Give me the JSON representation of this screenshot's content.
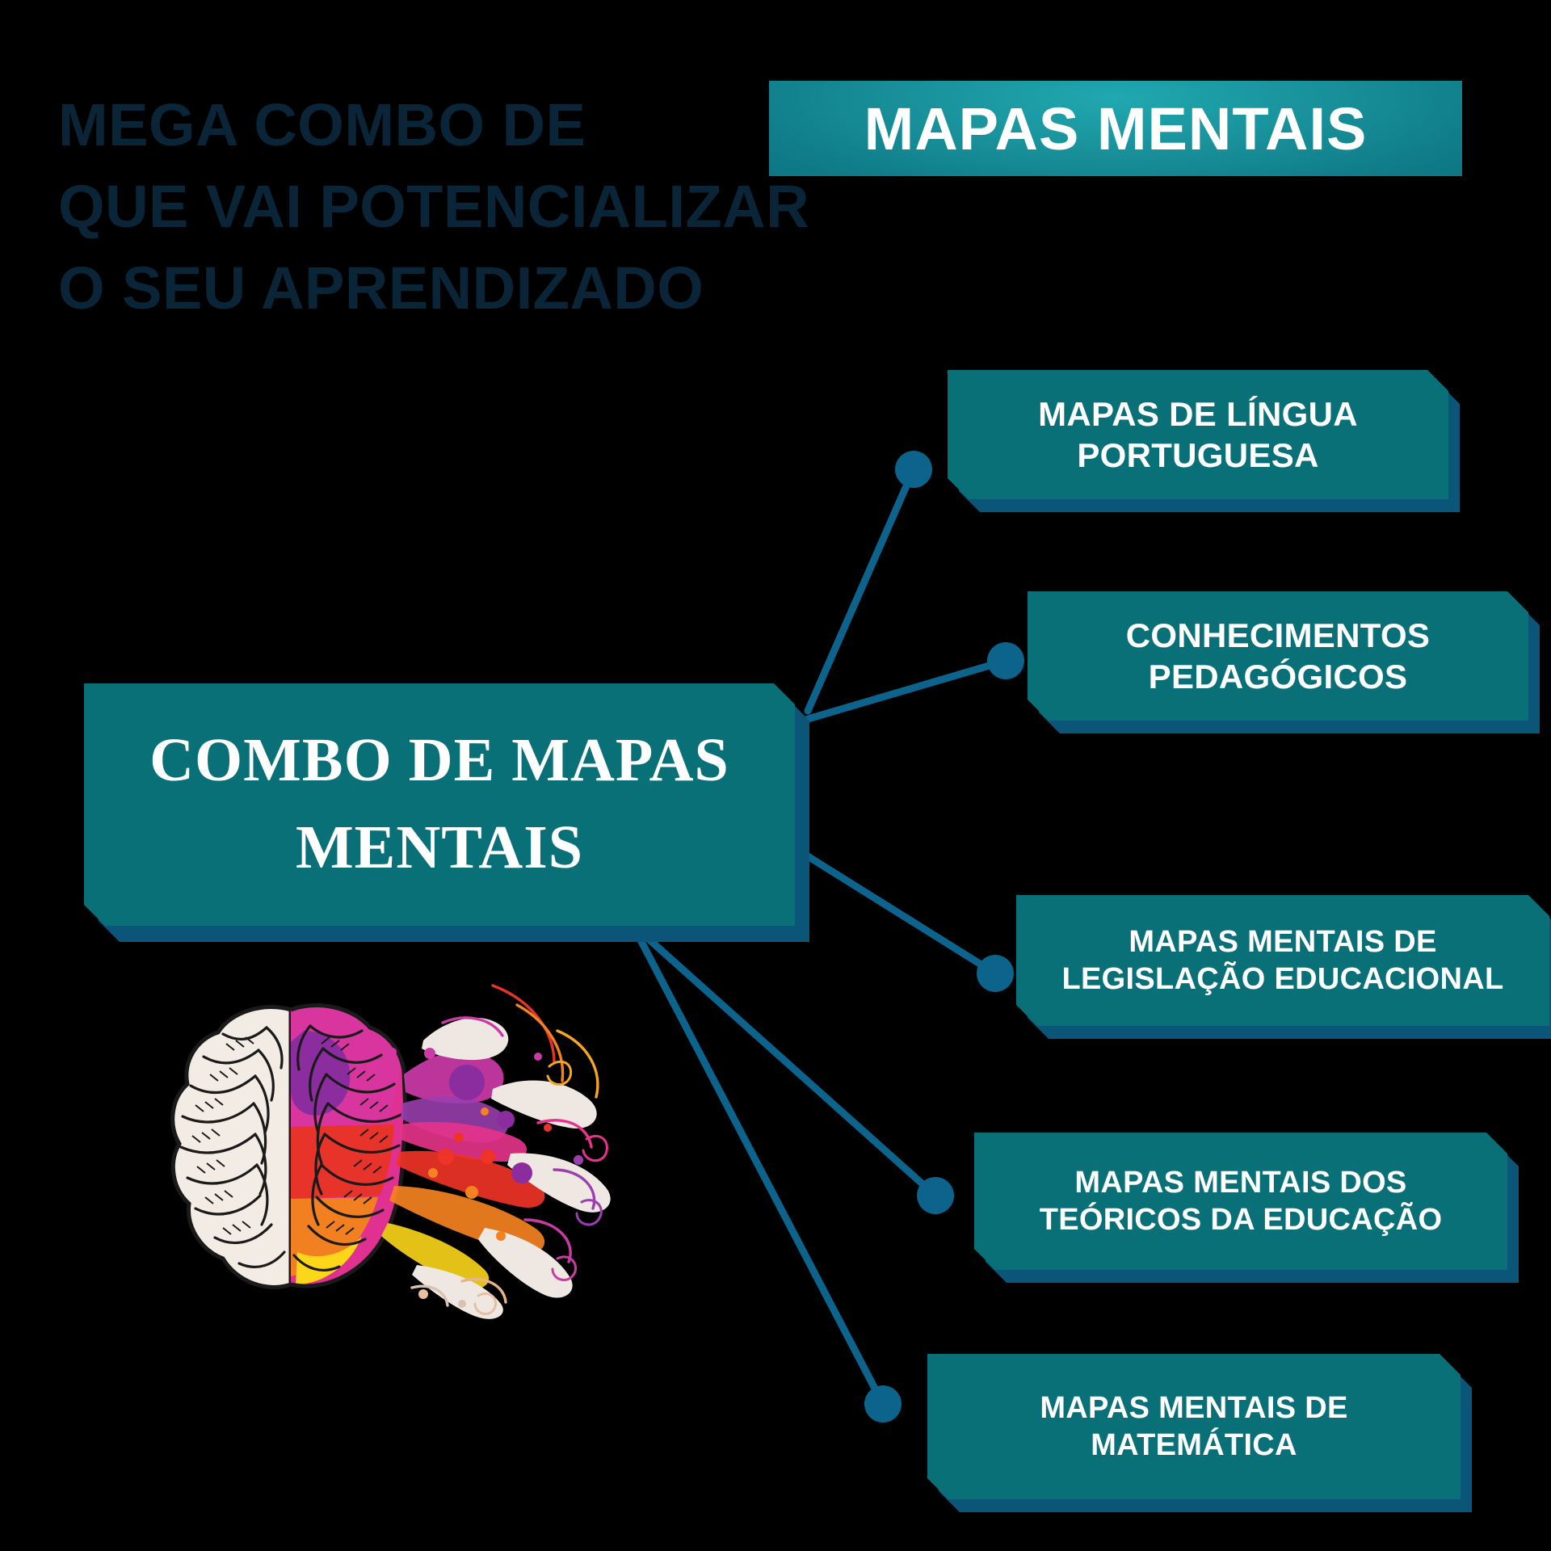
{
  "headline": {
    "line1_prefix": "MEGA COMBO  DE",
    "highlight": "MAPAS  MENTAIS",
    "line2": "QUE VAI POTENCIALIZAR",
    "line3": "O SEU APRENDIZADO"
  },
  "central_node": {
    "label": "COMBO DE MAPAS MENTAIS"
  },
  "branches": [
    {
      "id": "branch-1",
      "label": "MAPAS DE LÍNGUA PORTUGUESA"
    },
    {
      "id": "branch-2",
      "label": "CONHECIMENTOS PEDAGÓGICOS"
    },
    {
      "id": "branch-3",
      "label": "MAPAS MENTAIS DE LEGISLAÇÃO EDUCACIONAL"
    },
    {
      "id": "branch-4",
      "label": "MAPAS MENTAIS DOS TEÓRICOS DA EDUCAÇÃO"
    },
    {
      "id": "branch-5",
      "label": "MAPAS MENTAIS DE MATEMÁTICA"
    }
  ],
  "illustration": {
    "name": "creative-brain-illustration",
    "description": "Half line-art brain, half colorful paint-splatter brain"
  },
  "colors": {
    "background": "#000000",
    "headline_text": "#0B2538",
    "node_fill": "#0a7078",
    "node_shadow": "#0a5578",
    "connector": "#0c638c",
    "highlight_gradient_light": "#20a8b0",
    "highlight_gradient_dark": "#0c6f7c",
    "node_text": "#ffffff"
  }
}
